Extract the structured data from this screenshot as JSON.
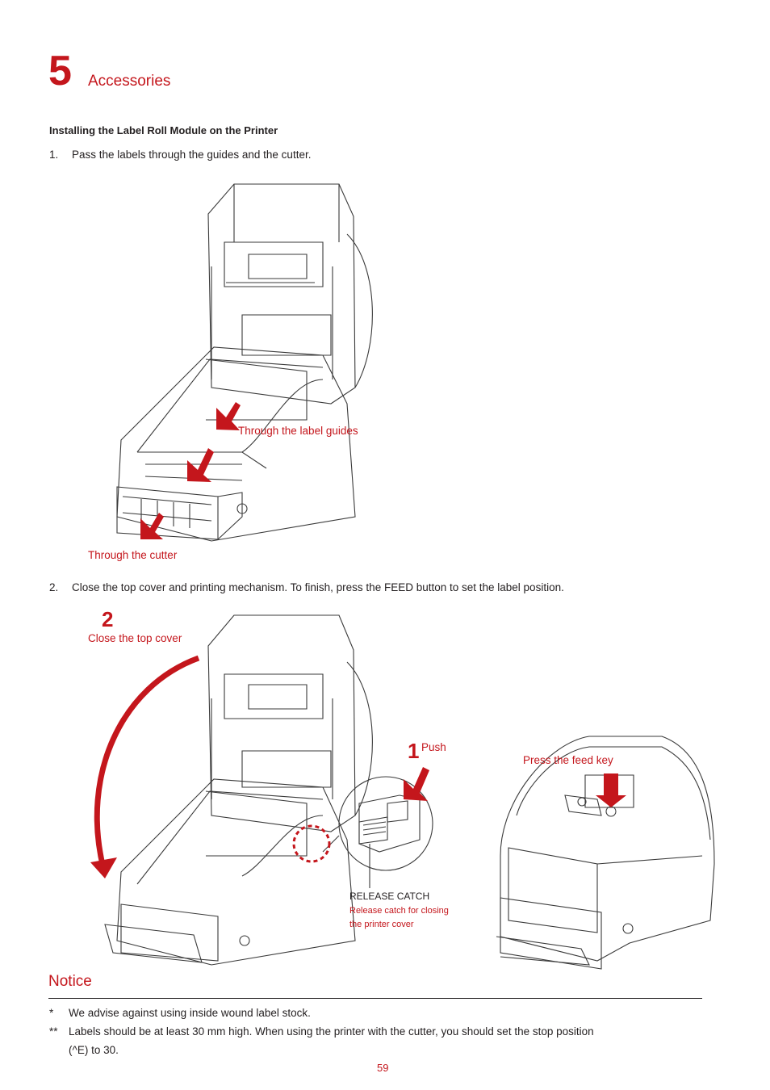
{
  "chapter": {
    "number": "5",
    "title": "Accessories"
  },
  "section": {
    "title": "Installing the Label Roll Module on the Printer"
  },
  "steps": [
    {
      "marker": "1.",
      "text": "Pass the labels through the guides and the cutter."
    },
    {
      "marker": "2.",
      "text": "Close the top cover and printing mechanism. To finish, press the FEED button to set the label position."
    }
  ],
  "figure1": {
    "callouts": {
      "label_guides": "Through the label guides",
      "cutter": "Through the cutter"
    }
  },
  "figure2": {
    "step_badges": {
      "two": "2",
      "one": "1"
    },
    "callouts": {
      "close_cover": "Close the top cover",
      "push": "Push",
      "feed_key": "Press the feed key",
      "release_catch_title": "RELEASE CATCH",
      "release_catch_line1": "Release catch for closing",
      "release_catch_line2": "the printer cover"
    }
  },
  "notice": {
    "title": "Notice",
    "items": [
      {
        "marker": "*",
        "text": "We advise against using inside wound label stock."
      },
      {
        "marker": "**",
        "text": "Labels should be at least 30 mm high. When using the printer with the cutter, you should set the stop position"
      },
      {
        "marker": "",
        "text": "(^E) to 30."
      }
    ]
  },
  "page_number": "59",
  "colors": {
    "accent": "#c4161c",
    "text": "#231f20",
    "line": "#3a3a3a"
  }
}
